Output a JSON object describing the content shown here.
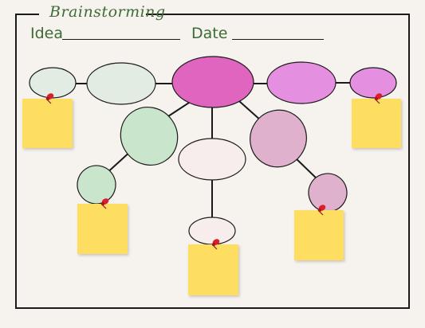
{
  "header": {
    "title": "Brainstorming",
    "idea_label": "Idea",
    "date_label": "Date"
  },
  "colors": {
    "border": "#1a1a1a",
    "title_green": "#3d6b35",
    "center_magenta": "#e065bf",
    "violet": "#e48fdf",
    "mauve": "#dfb1cc",
    "mint": "#c9e6cd",
    "pale_mint": "#dce9dc",
    "blush": "#f7eded",
    "sticky_yellow": "#fede61",
    "pushpin_red": "#d8202a"
  },
  "diagram": {
    "nodes": [
      {
        "id": "center-bubble",
        "color": "#e065bf"
      },
      {
        "id": "left-inner-bubble",
        "color": "#e3ece2"
      },
      {
        "id": "left-outer-bubble",
        "color": "#e3ece2"
      },
      {
        "id": "right-inner-bubble",
        "color": "#e48fdf"
      },
      {
        "id": "right-outer-bubble",
        "color": "#e48fdf"
      },
      {
        "id": "lower-left-bubble",
        "color": "#c9e6cd"
      },
      {
        "id": "lower-center-bubble",
        "color": "#f7eded"
      },
      {
        "id": "lower-right-bubble",
        "color": "#dfb1cc"
      },
      {
        "id": "far-left-bubble",
        "color": "#c9e6cd"
      },
      {
        "id": "bottom-bubble",
        "color": "#f7eded"
      },
      {
        "id": "far-right-bubble",
        "color": "#dfb1cc"
      }
    ],
    "sticky_notes": [
      {
        "id": "sticky-note-top-left"
      },
      {
        "id": "sticky-note-top-right"
      },
      {
        "id": "sticky-note-bottom-left"
      },
      {
        "id": "sticky-note-bottom-center"
      },
      {
        "id": "sticky-note-bottom-right"
      }
    ]
  }
}
